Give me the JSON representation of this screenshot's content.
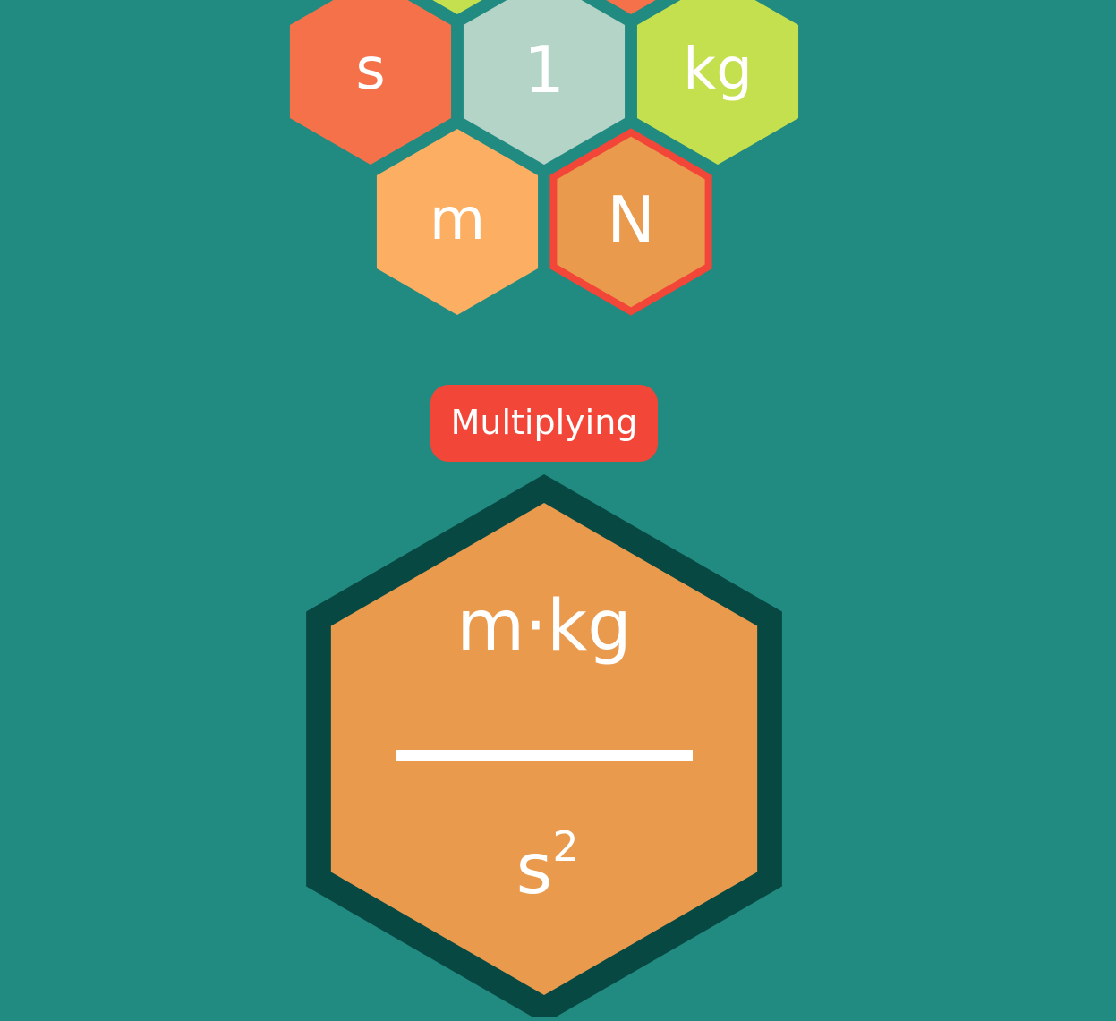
{
  "colors": {
    "background": "#218a81",
    "selected_outline": "#f24638",
    "result_outline": "#074843",
    "text": "#ffffff"
  },
  "tiles": [
    {
      "label": "s",
      "color": "#f5714a",
      "selected": false,
      "name": "tile-s"
    },
    {
      "label": "1",
      "color": "#b5d4c8",
      "selected": false,
      "name": "tile-1"
    },
    {
      "label": "kg",
      "color": "#c5e04e",
      "selected": false,
      "name": "tile-kg"
    },
    {
      "label": "m",
      "color": "#fcaf62",
      "selected": false,
      "name": "tile-m"
    },
    {
      "label": "N",
      "color": "#e99a4d",
      "selected": true,
      "name": "tile-n"
    }
  ],
  "partial_tiles": [
    {
      "color": "#c5e04e",
      "name": "tile-partial-green"
    },
    {
      "color": "#f5714a",
      "name": "tile-partial-orange"
    }
  ],
  "operation": {
    "label": "Multiplying",
    "color": "#f24638"
  },
  "result": {
    "numerator": "m·kg",
    "denominator": "s",
    "denominator_exponent": "2",
    "color": "#e99a4d"
  }
}
